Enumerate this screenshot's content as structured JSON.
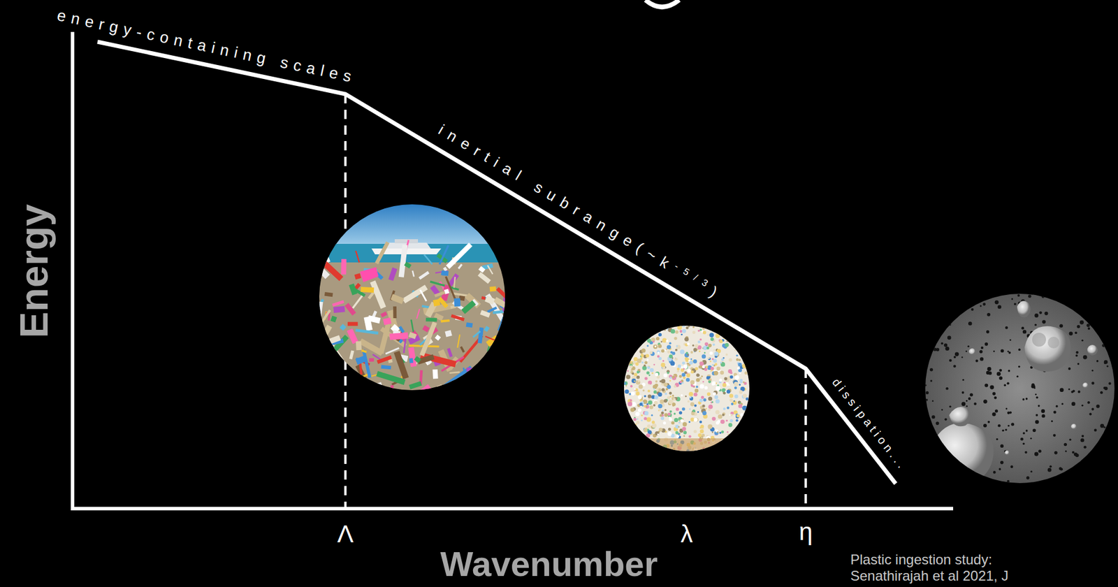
{
  "diagram": {
    "labels": [
      "energy-containing scales",
      "inertial subrange(~k-5/3)",
      "dissipation...",
      "Energy",
      "Wavenumber",
      "Λ",
      "λ",
      "η",
      "Plastic ingestion study: Senathirajah et al 2021, J"
    ]
  }
}
